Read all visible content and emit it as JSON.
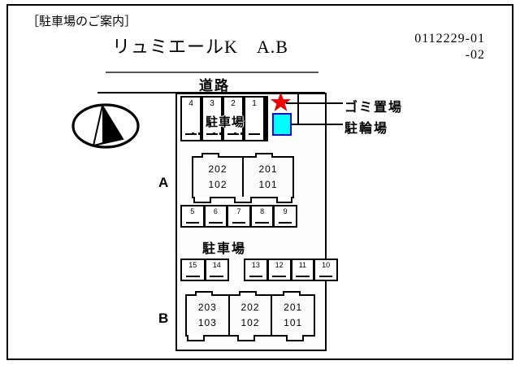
{
  "header": {
    "bracket_title": "［駐車場のご案内］",
    "property_name": "リュミエールK　A.B",
    "code_line1": "0112229-01",
    "code_line2": "-02"
  },
  "map": {
    "road_label": "道路",
    "compass_icon": "compass-north-icon",
    "parking_label_top": "駐車場",
    "parking_label_mid": "駐車場",
    "building_a_label": "A",
    "building_b_label": "B"
  },
  "legend": [
    {
      "icon": "red-star-icon",
      "label": "ゴミ置場"
    },
    {
      "icon": "cyan-box-icon",
      "label": "駐輪場"
    }
  ],
  "parking_top": {
    "spaces": [
      "4",
      "3",
      "2",
      "1"
    ]
  },
  "parking_a_row": {
    "spaces": [
      "5",
      "6",
      "7",
      "8",
      "9"
    ]
  },
  "parking_mid_left": {
    "spaces": [
      "15",
      "14"
    ]
  },
  "parking_mid_right": {
    "spaces": [
      "13",
      "12",
      "11",
      "10"
    ]
  },
  "building_a": {
    "label": "A",
    "units": [
      {
        "upper": "202",
        "lower": "102"
      },
      {
        "upper": "201",
        "lower": "101"
      }
    ]
  },
  "building_b": {
    "label": "B",
    "units": [
      {
        "upper": "203",
        "lower": "103"
      },
      {
        "upper": "202",
        "lower": "102"
      },
      {
        "upper": "201",
        "lower": "101"
      }
    ]
  },
  "colors": {
    "star": "#ee0000",
    "bike_fill": "#00ffff",
    "bike_border": "#0000ff",
    "line": "#000000"
  }
}
